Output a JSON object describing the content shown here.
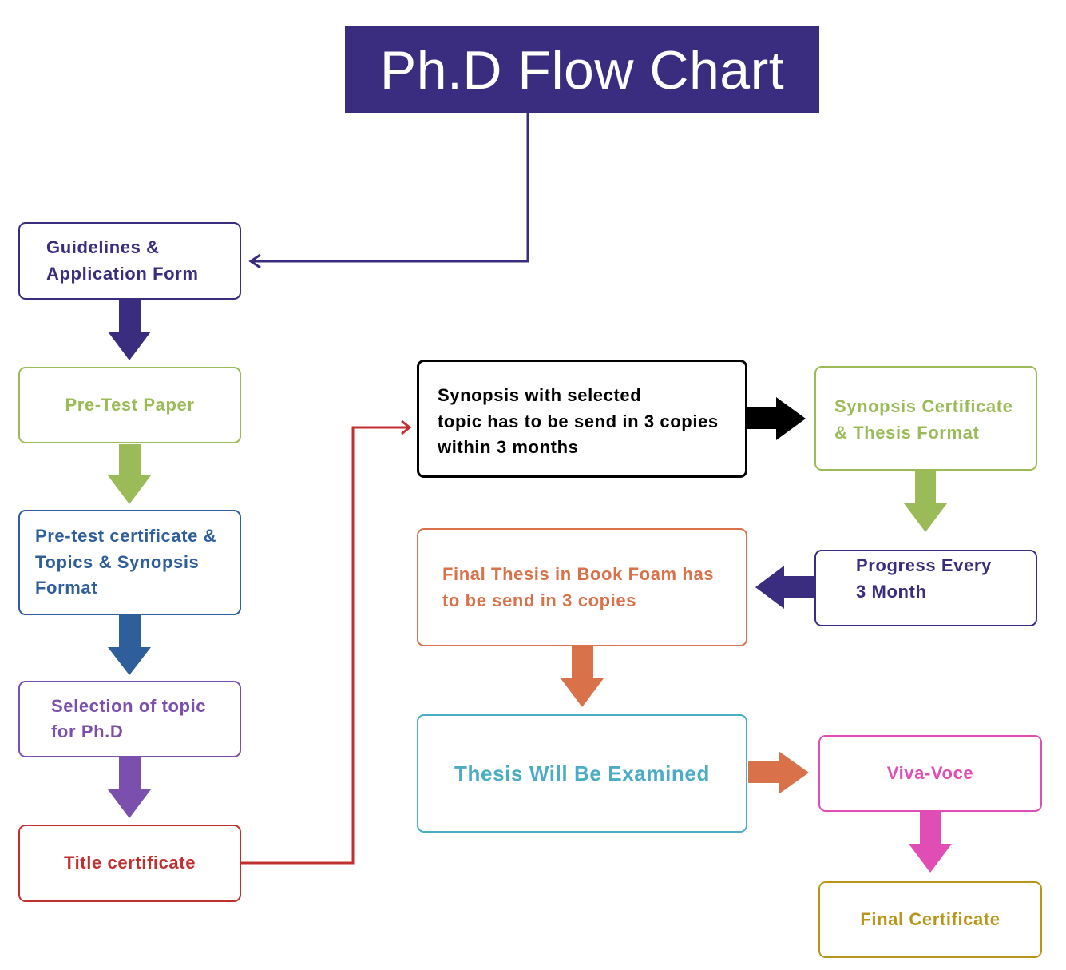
{
  "title": "Ph.D Flow Chart",
  "nodes": {
    "guidelines": {
      "label": "Guidelines &\nApplication Form",
      "color": "#3a2c7f"
    },
    "pretest_paper": {
      "label": "Pre-Test Paper",
      "color": "#9bbb59"
    },
    "pretest_certificate": {
      "label": "Pre-test certificate &\nTopics & Synopsis\nFormat",
      "color": "#2e5f9b"
    },
    "topic_selection": {
      "label": "Selection of topic\nfor Ph.D",
      "color": "#7b4fad"
    },
    "title_certificate": {
      "label": "Title certificate",
      "color": "#c0302f"
    },
    "synopsis": {
      "label": "Synopsis with selected\ntopic has to be send in 3 copies\nwithin 3 months",
      "color": "#000000"
    },
    "synopsis_certificate": {
      "label": "Synopsis Certificate\n& Thesis Format",
      "color": "#9bbb59"
    },
    "progress": {
      "label": "Progress Every\n3 Month",
      "color": "#3a2c7f"
    },
    "final_thesis": {
      "label": "Final Thesis in Book Foam has\nto be send in 3 copies",
      "color": "#d9714a"
    },
    "thesis_examined": {
      "label": "Thesis Will Be Examined",
      "color": "#4bacc6"
    },
    "viva_voce": {
      "label": "Viva-Voce",
      "color": "#e04db5"
    },
    "final_certificate": {
      "label": "Final Certificate",
      "color": "#b8961a"
    }
  },
  "colors": {
    "title_bg": "#3a2c7f",
    "title_text": "#ffffff"
  }
}
